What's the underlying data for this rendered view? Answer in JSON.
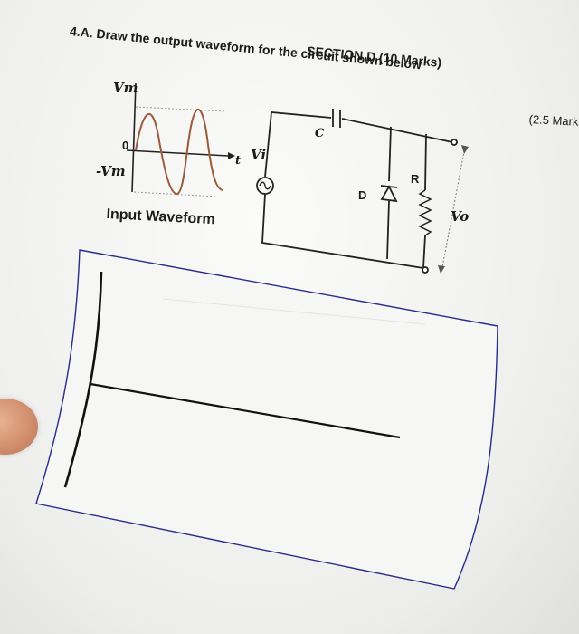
{
  "section_title": "SECTION D (10 Marks)",
  "question": "4.A. Draw the output waveform for the circuit shown below",
  "marks": "(2.5 Mark",
  "input_waveform": {
    "caption": "Input Waveform",
    "vm_label": "Vm",
    "zero_label": "0",
    "neg_vm_label": "-Vm",
    "t_label": "t"
  },
  "circuit": {
    "vi_label": "Vi",
    "capacitor_label": "C",
    "diode_label": "D",
    "resistor_label": "R",
    "vo_label": "Vo"
  }
}
